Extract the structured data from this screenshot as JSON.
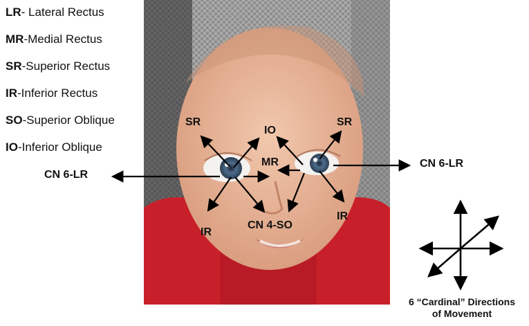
{
  "legend": [
    {
      "abbr": "LR",
      "text": "- Lateral Rectus"
    },
    {
      "abbr": "MR",
      "text": "-Medial Rectus"
    },
    {
      "abbr": "SR",
      "text": "-Superior Rectus"
    },
    {
      "abbr": "IR",
      "text": "-Inferior Rectus"
    },
    {
      "abbr": "SO",
      "text": "-Superior Oblique"
    },
    {
      "abbr": "IO",
      "text": "-Inferior Oblique"
    }
  ],
  "labels": {
    "sr_left": "SR",
    "sr_right": "SR",
    "io": "IO",
    "mr": "MR",
    "cn6_left": "CN 6-LR",
    "cn6_right": "CN 6-LR",
    "ir_left": "IR",
    "ir_right": "IR",
    "cn4": "CN 4-SO"
  },
  "caption": {
    "line1": "6 “Cardinal” Directions",
    "line2": "of Movement"
  },
  "colors": {
    "arrow": "#000000",
    "photo_shirt": "#c8202a",
    "photo_seat": "#9a9a9a",
    "photo_skin": "#e9b99d",
    "iris": "#3e5873"
  }
}
